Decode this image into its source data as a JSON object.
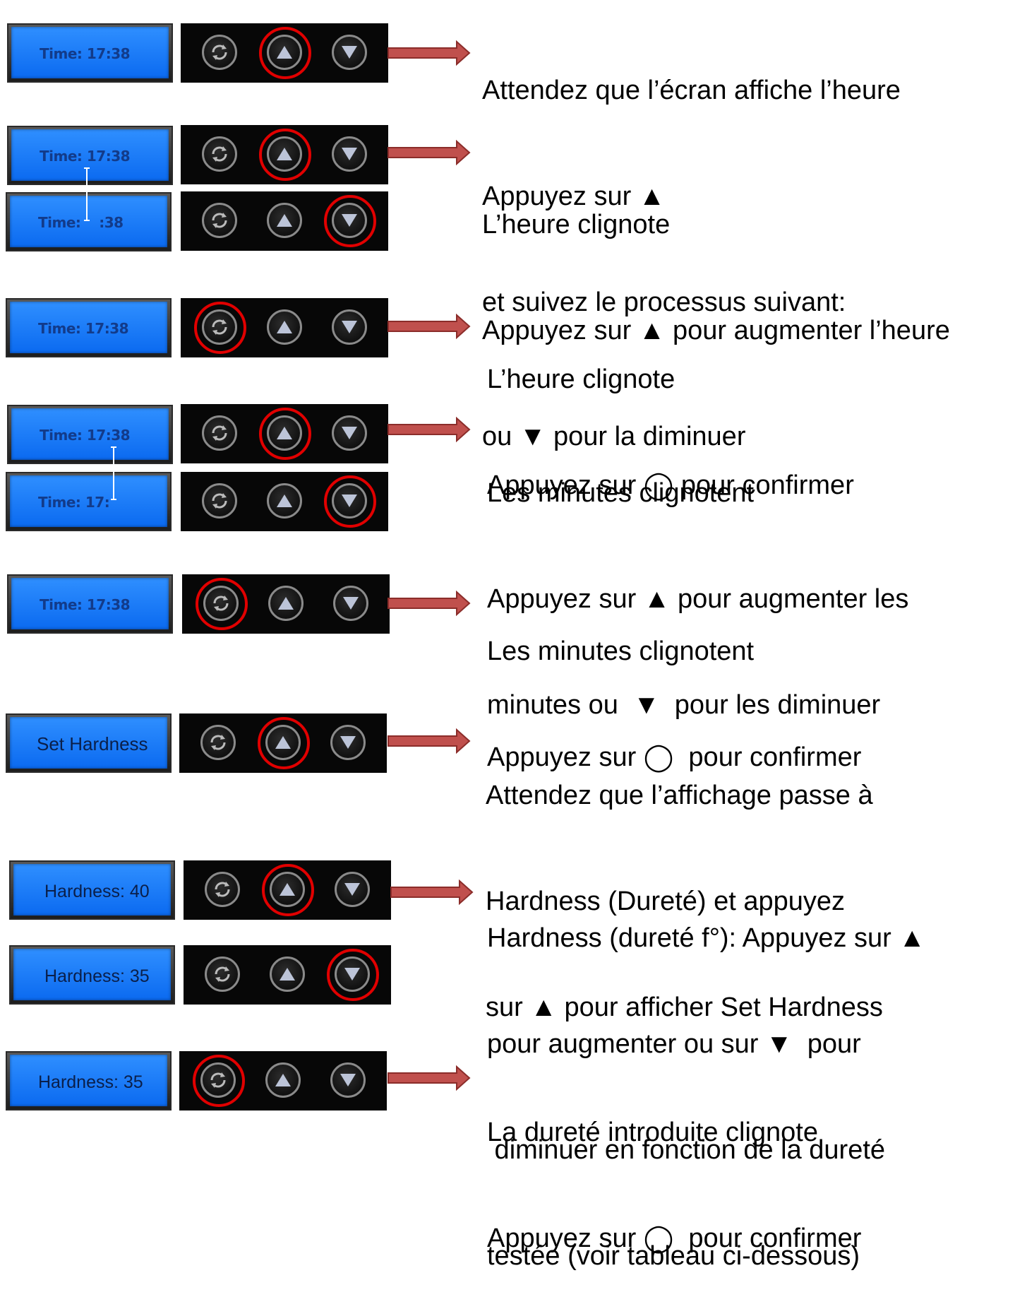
{
  "steps": [
    {
      "id": "step1",
      "lcd": [
        "Time: 17:38"
      ],
      "text": [
        "Attendez que l’écran affiche l’heure",
        "Appuyez sur ▲",
        "et suivez le processus suivant:"
      ]
    },
    {
      "id": "step2",
      "lcd": [
        "Time: 17:38",
        "Time:    :38"
      ],
      "text": [
        "L’heure clignote",
        "Appuyez sur ▲ pour augmenter l’heure",
        "ou ▼ pour la diminuer"
      ]
    },
    {
      "id": "step3",
      "lcd": [
        "Time: 17:38"
      ],
      "text": [
        "L’heure clignote",
        "Appuyez sur ◯ pour confirmer"
      ]
    },
    {
      "id": "step4",
      "lcd": [
        "Time: 17:38",
        "Time: 17:"
      ],
      "text": [
        "Les minutes clignotent",
        "Appuyez sur ▲ pour augmenter les",
        "minutes ou  ▼  pour les diminuer"
      ]
    },
    {
      "id": "step5",
      "lcd": [
        "Time: 17:38"
      ],
      "text": [
        "Les minutes clignotent",
        "Appuyez sur ◯  pour confirmer"
      ]
    },
    {
      "id": "step6",
      "lcd": [
        "Set Hardness"
      ],
      "text": [
        "Attendez que l’affichage passe à",
        "Hardness (Dureté) et appuyez",
        "sur ▲ pour afficher Set Hardness"
      ]
    },
    {
      "id": "step7",
      "lcd": [
        "Hardness: 40",
        "Hardness: 35"
      ],
      "text": [
        "Hardness (dureté f°): Appuyez sur ▲",
        "pour augmenter ou sur ▼  pour",
        " diminuer en fonction de la dureté",
        "testée (voir tableau ci-dessous)"
      ]
    },
    {
      "id": "step8",
      "lcd": [
        "Hardness: 35"
      ],
      "text": [
        "La dureté introduite clignote",
        "Appuyez sur ◯  pour confirmer"
      ]
    }
  ],
  "buttons": {
    "cycle": "cycle-icon",
    "up": "up-triangle-icon",
    "down": "down-triangle-icon"
  },
  "colors": {
    "lcd_blue": "#0b6af0",
    "highlight_ring": "#e10000",
    "arrow_fill": "#c0504d",
    "arrow_stroke": "#8b2d2a"
  }
}
